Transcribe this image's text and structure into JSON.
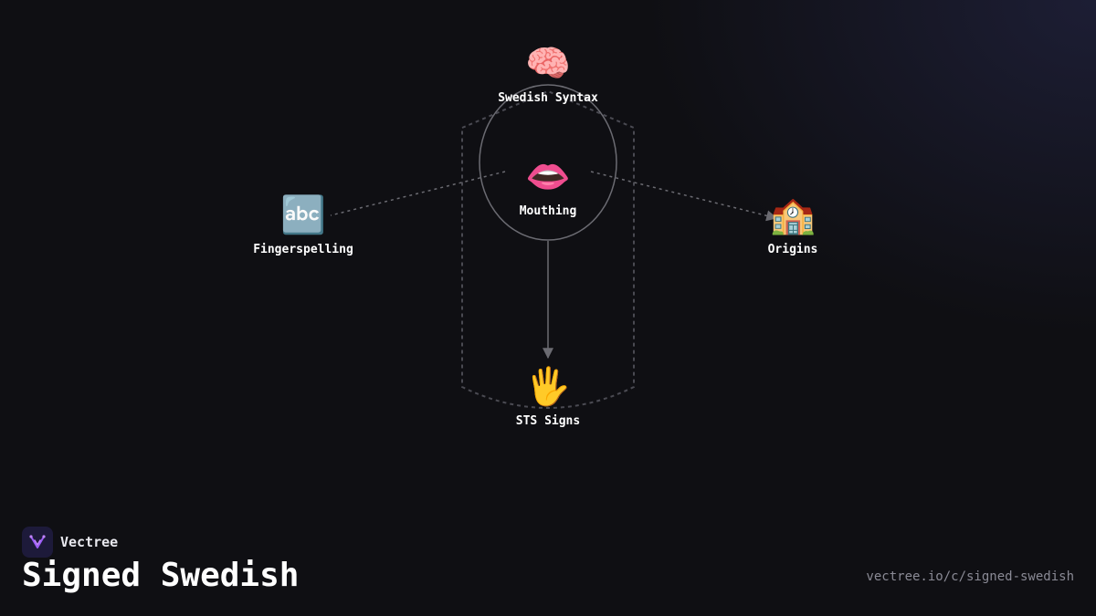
{
  "diagram": {
    "nodes": {
      "syntax": {
        "icon": "🧠",
        "icon_name": "brain-icon",
        "label": "Swedish Syntax"
      },
      "mouthing": {
        "icon": "👄",
        "icon_name": "mouth-icon",
        "label": "Mouthing"
      },
      "fingerspelling": {
        "icon": "🔤",
        "icon_name": "abc-letters-icon",
        "label": "Fingerspelling"
      },
      "origins": {
        "icon": "🏫",
        "icon_name": "school-icon",
        "label": "Origins"
      },
      "sts": {
        "icon": "🖐️",
        "icon_name": "raised-hand-icon",
        "label": "STS Signs"
      }
    },
    "edges": [
      {
        "from": "mouthing",
        "to": "sts",
        "style": "solid"
      },
      {
        "from": "mouthing",
        "to": "fingerspelling",
        "style": "dashed"
      },
      {
        "from": "mouthing",
        "to": "origins",
        "style": "dashed"
      }
    ],
    "colors": {
      "background": "#0f0f13",
      "edge": "#6b6b72",
      "group_outline": "#4a4a52",
      "accent": "#8b5cf6"
    }
  },
  "footer": {
    "brand_name": "Vectree",
    "title": "Signed Swedish",
    "url": "vectree.io/c/signed-swedish"
  }
}
